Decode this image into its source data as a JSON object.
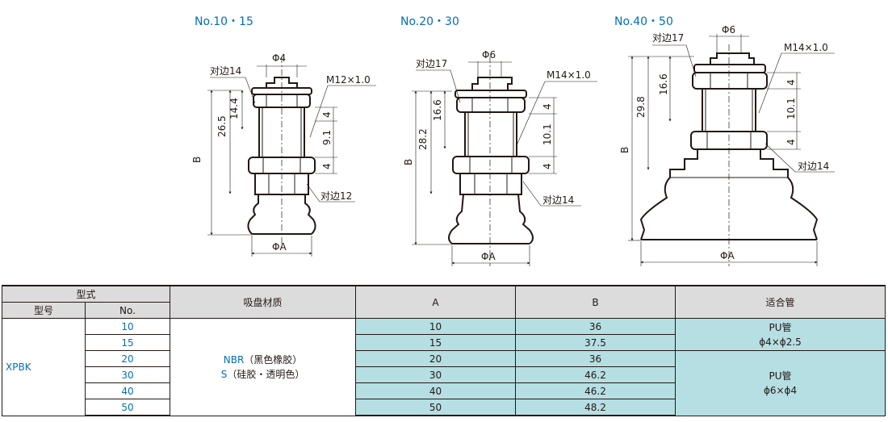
{
  "drawings": [
    {
      "title": "No.10・15",
      "labels": {
        "thread_dia": "Φ4",
        "hex_top": "对边14",
        "thread": "M12×1.0",
        "hex_bottom": "对边12",
        "dim_a": "14.4",
        "dim_b": "26.5",
        "dim_c": "4",
        "dim_d": "9.1",
        "dim_e": "4",
        "height": "B",
        "diameter": "ΦA"
      }
    },
    {
      "title": "No.20・30",
      "labels": {
        "thread_dia": "Φ6",
        "hex_top": "对边17",
        "thread": "M14×1.0",
        "hex_bottom": "对边14",
        "dim_a": "16.6",
        "dim_b": "28.2",
        "dim_c": "4",
        "dim_d": "10.1",
        "dim_e": "4",
        "height": "B",
        "diameter": "ΦA"
      }
    },
    {
      "title": "No.40・50",
      "labels": {
        "thread_dia": "Φ6",
        "hex_top": "对边17",
        "thread": "M14×1.0",
        "hex_bottom": "对边14",
        "dim_a": "16.6",
        "dim_b": "29.8",
        "dim_c": "4",
        "dim_d": "10.1",
        "dim_e": "4",
        "height": "B",
        "diameter": "ΦA"
      }
    }
  ],
  "table": {
    "header": {
      "type_group": "型式",
      "model": "型号",
      "no": "No.",
      "material": "吸盘材质",
      "a": "A",
      "b": "B",
      "tube": "适合管"
    },
    "model_value": "XPBK",
    "material": {
      "line1_code": "NBR",
      "line1_desc": "（黑色橡胶）",
      "line2_code": "S",
      "line2_desc": "（硅胶・透明色）"
    },
    "rows": [
      {
        "no": "10",
        "a": "10",
        "b": "36"
      },
      {
        "no": "15",
        "a": "15",
        "b": "37.5"
      },
      {
        "no": "20",
        "a": "20",
        "b": "36"
      },
      {
        "no": "30",
        "a": "30",
        "b": "46.2"
      },
      {
        "no": "40",
        "a": "40",
        "b": "46.2"
      },
      {
        "no": "50",
        "a": "50",
        "b": "48.2"
      }
    ],
    "tubes": [
      {
        "line1": "PU管",
        "line2": "ϕ4×ϕ2.5"
      },
      {
        "line1": "PU管",
        "line2": "ϕ6×ϕ4"
      }
    ]
  }
}
